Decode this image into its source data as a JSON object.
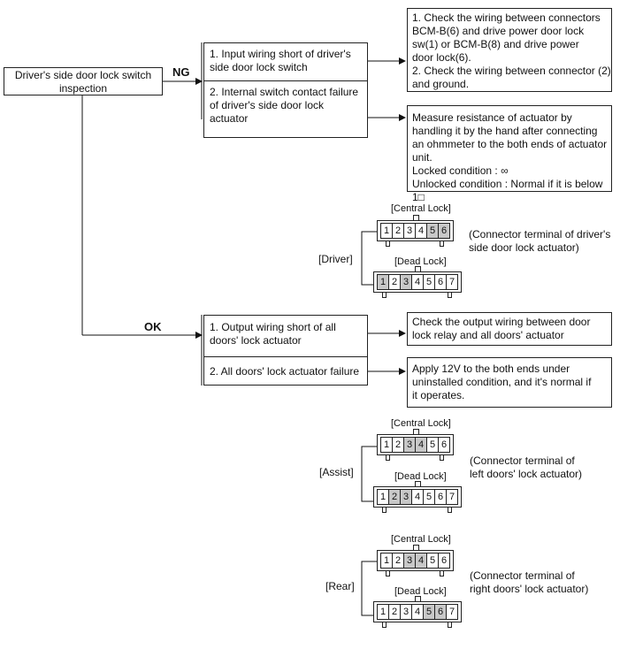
{
  "start": {
    "label": "Driver's side door lock switch\ninspection"
  },
  "branches": {
    "ng": "NG",
    "ok": "OK"
  },
  "ng_causes": [
    "1. Input wiring short of driver's\nside door lock switch",
    "2. Internal switch contact failure\nof driver's side door lock\nactuator"
  ],
  "ng_actions": [
    "1. Check the wiring between connectors\n    BCM-B(6) and drive power door lock\n    sw(1) or BCM-B(8) and drive power\n    door lock(6).\n2. Check the wiring between connector (2)\n    and ground.",
    "Measure resistance of actuator by\nhandling it by the hand after connecting\nan ohmmeter to the both ends of actuator\nunit.\nLocked condition : ∞\nUnlocked condition : Normal if it is below 1□"
  ],
  "ok_causes": [
    "1. Output wiring short of all\ndoors' lock actuator",
    "2. All doors' lock actuator failure"
  ],
  "ok_actions": [
    "Check the output wiring between door\nlock relay and all doors' actuator",
    "Apply 12V to the both ends under\nuninstalled condition, and it's normal if\nit operates."
  ],
  "connector_groups": [
    {
      "label": "[Driver]",
      "note": "(Connector terminal of driver's\n side door lock actuator)",
      "central": {
        "title": "[Central Lock]",
        "pins": [
          "1",
          "2",
          "3",
          "4",
          "5",
          "6"
        ],
        "highlight": [
          "5",
          "6"
        ]
      },
      "dead": {
        "title": "[Dead Lock]",
        "pins": [
          "1",
          "2",
          "3",
          "4",
          "5",
          "6",
          "7"
        ],
        "highlight": [
          "1",
          "3"
        ]
      }
    },
    {
      "label": "[Assist]",
      "note": "(Connector terminal of\n left doors' lock actuator)",
      "central": {
        "title": "[Central Lock]",
        "pins": [
          "1",
          "2",
          "3",
          "4",
          "5",
          "6"
        ],
        "highlight": [
          "3",
          "4"
        ]
      },
      "dead": {
        "title": "[Dead Lock]",
        "pins": [
          "1",
          "2",
          "3",
          "4",
          "5",
          "6",
          "7"
        ],
        "highlight": [
          "2",
          "3"
        ]
      }
    },
    {
      "label": "[Rear]",
      "note": "(Connector terminal of\n right doors' lock actuator)",
      "central": {
        "title": "[Central Lock]",
        "pins": [
          "1",
          "2",
          "3",
          "4",
          "5",
          "6"
        ],
        "highlight": [
          "3",
          "4"
        ]
      },
      "dead": {
        "title": "[Dead Lock]",
        "pins": [
          "1",
          "2",
          "3",
          "4",
          "5",
          "6",
          "7"
        ],
        "highlight": [
          "5",
          "6"
        ]
      }
    }
  ]
}
